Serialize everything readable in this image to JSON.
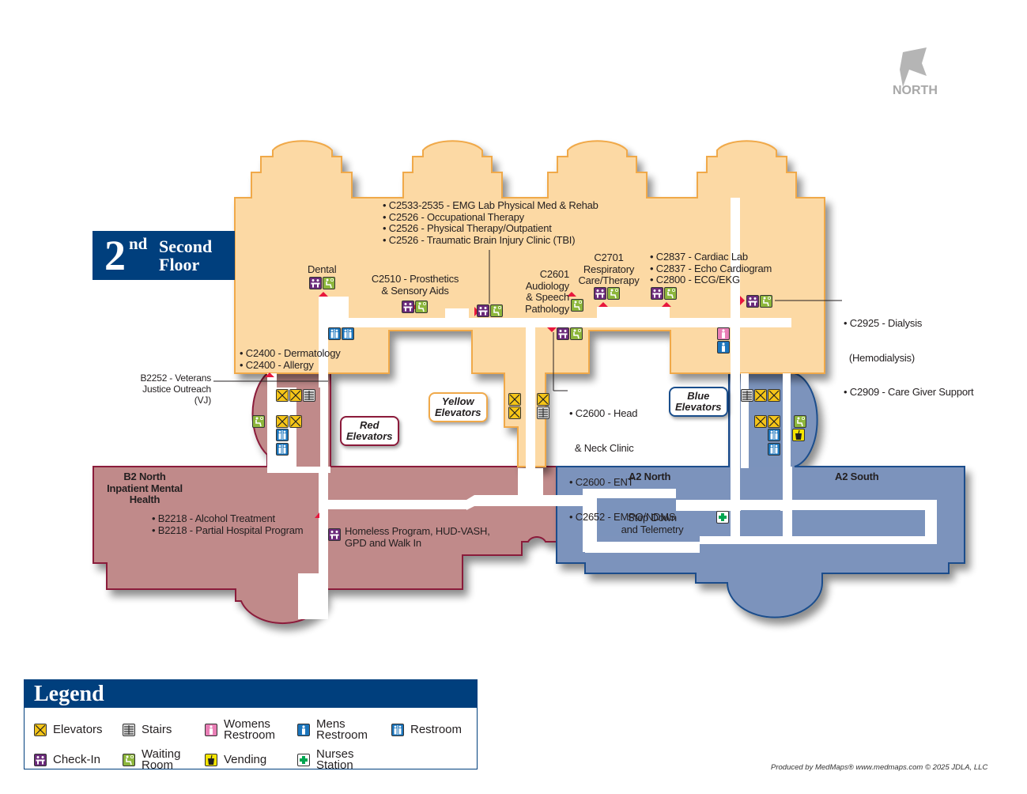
{
  "floor": {
    "number": "2",
    "suffix": "nd",
    "name_line1": "Second",
    "name_line2": "Floor"
  },
  "compass": {
    "label": "NORTH",
    "icon": "north-arrow-icon"
  },
  "colors": {
    "c_wing": "#fcd9a4",
    "c_wing_border": "#f0a94a",
    "b_wing": "#c08a8a",
    "b_wing_border": "#8b1a3a",
    "a_wing": "#7b93bc",
    "a_wing_border": "#1a4e8c",
    "banner": "#003f7d",
    "elevator": "#f5c518",
    "check_in": "#6b2a7a",
    "waiting": "#8db63c",
    "womens": "#e87eb5",
    "mens": "#1b75bc",
    "vending": "#f4e400",
    "nurses": "#00a651",
    "entrance_marker": "#e8173d"
  },
  "labels": {
    "dental": "Dental",
    "pmr": [
      "• C2533-2535 - EMG Lab Physical Med & Rehab",
      "• C2526 - Occupational Therapy",
      "• C2526 - Physical Therapy/Outpatient",
      "• C2526 - Traumatic Brain Injury Clinic (TBI)"
    ],
    "prosthetics": [
      "C2510 - Prosthetics",
      "& Sensory Aids"
    ],
    "audiology": [
      "C2601",
      "Audiology",
      "& Speech",
      "Pathology"
    ],
    "respiratory": [
      "C2701",
      "Respiratory",
      "Care/Therapy"
    ],
    "cardiac": [
      "• C2837 - Cardiac Lab",
      "• C2837 - Echo Cardiogram",
      "• C2800 - ECG/EKG"
    ],
    "dialysis": [
      "• C2925 - Dialysis",
      "  (Hemodialysis)",
      "• C2909 - Care Giver Support"
    ],
    "derm": [
      "• C2400 - Dermatology",
      "• C2400 - Allergy"
    ],
    "vj": [
      "B2252 - Veterans",
      "Justice Outreach",
      "(VJ)"
    ],
    "ent": [
      "• C2600 - Head",
      "  & Neck Clinic",
      "• C2600 - ENT",
      "• C2652 - EMPO/NDMS"
    ],
    "b2_north": [
      "B2 North",
      "Inpatient Mental",
      "Health"
    ],
    "b2218": [
      "• B2218 - Alcohol Treatment",
      "• B2218 - Partial Hospital Program"
    ],
    "homeless": [
      "Homeless Program, HUD-VASH,",
      "GPD and Walk In"
    ],
    "a2_north": "A2 North",
    "a2_south": "A2 South",
    "step_down": [
      "Step Down",
      "and Telemetry"
    ]
  },
  "callouts": {
    "red": [
      "Red",
      "Elevators"
    ],
    "yellow": [
      "Yellow",
      "Elevators"
    ],
    "blue": [
      "Blue",
      "Elevators"
    ]
  },
  "legend": {
    "title": "Legend",
    "items": [
      {
        "icon": "elevator-icon",
        "label": [
          "Elevators"
        ]
      },
      {
        "icon": "stairs-icon",
        "label": [
          "Stairs"
        ]
      },
      {
        "icon": "womens-restroom-icon",
        "label": [
          "Womens",
          "Restroom"
        ]
      },
      {
        "icon": "mens-restroom-icon",
        "label": [
          "Mens",
          "Restroom"
        ]
      },
      {
        "icon": "restroom-icon",
        "label": [
          "Restroom"
        ]
      },
      {
        "icon": "check-in-icon",
        "label": [
          "Check-In"
        ]
      },
      {
        "icon": "waiting-room-icon",
        "label": [
          "Waiting",
          "Room"
        ]
      },
      {
        "icon": "vending-icon",
        "label": [
          "Vending"
        ]
      },
      {
        "icon": "nurses-station-icon",
        "label": [
          "Nurses",
          "Station"
        ]
      }
    ]
  },
  "footer": "Produced by MedMaps®  www.medmaps.com   © 2025 JDLA, LLC"
}
